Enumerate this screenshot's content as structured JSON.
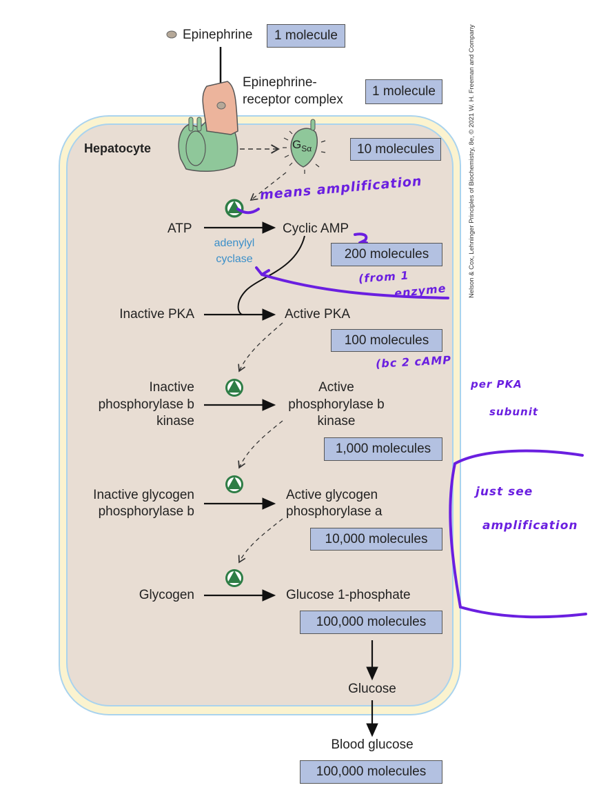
{
  "credit": "Nelson & Cox, Lehninger Principles of Biochemistry, 8e, © 2021 W. H. Freeman and Company",
  "cell_label": "Hepatocyte",
  "epinephrine": {
    "label": "Epinephrine",
    "count": "1 molecule"
  },
  "complex": {
    "line1": "Epinephrine-",
    "line2": "receptor complex",
    "count": "1 molecule"
  },
  "gs": {
    "label": "G",
    "sub": "Sα",
    "count": "10 molecules"
  },
  "step1": {
    "left": "ATP",
    "right": "Cyclic AMP",
    "enzyme1": "adenylyl",
    "enzyme2": "cyclase",
    "count": "200 molecules"
  },
  "step2": {
    "left": "Inactive PKA",
    "right": "Active PKA",
    "count": "100 molecules"
  },
  "step3": {
    "left1": "Inactive",
    "left2": "phosphorylase b",
    "left3": "kinase",
    "right1": "Active",
    "right2": "phosphorylase b",
    "right3": "kinase",
    "count": "1,000 molecules"
  },
  "step4": {
    "left1": "Inactive glycogen",
    "left2": "phosphorylase b",
    "right1": "Active glycogen",
    "right2": "phosphorylase a",
    "count": "10,000 molecules"
  },
  "step5": {
    "left": "Glycogen",
    "right": "Glucose 1-phosphate",
    "count": "100,000 molecules"
  },
  "glucose": "Glucose",
  "blood": {
    "label": "Blood glucose",
    "count": "100,000 molecules"
  },
  "annotations": {
    "amplification": "means amplification",
    "from1": "(from 1",
    "from2": "enzyme",
    "bc1": "(bc 2 cAMP",
    "bc2": "per PKA",
    "bc3": "subunit",
    "just1": "just see",
    "just2": "amplification"
  },
  "colors": {
    "box": "#b3c1e1",
    "cell": "#e8ddd3",
    "membrane": "#fbf3cf",
    "enzyme": "#2e7d46",
    "ink": "#6a1fe0",
    "adenylyl": "#3b8fc9"
  }
}
